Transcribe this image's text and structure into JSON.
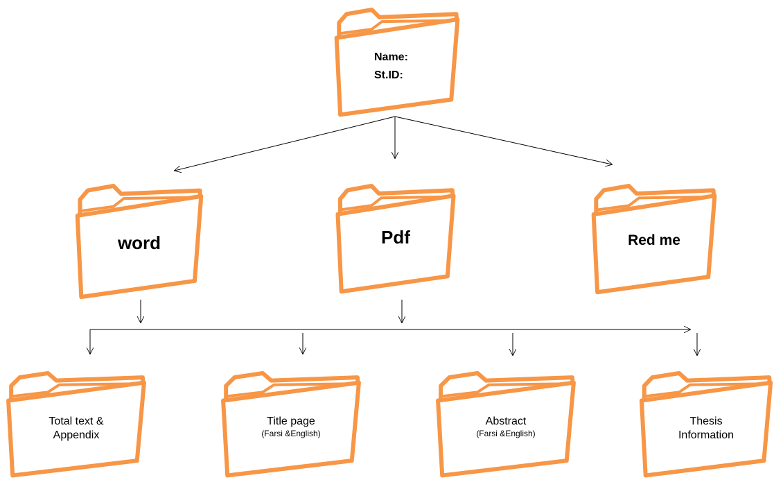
{
  "root": {
    "name_label": "Name:",
    "id_label": "St.ID:"
  },
  "formats": [
    {
      "label": "word"
    },
    {
      "label": "Pdf"
    },
    {
      "label": "Red me"
    }
  ],
  "contents": [
    {
      "line1": "Total text &",
      "line2": "Appendix",
      "sub": ""
    },
    {
      "line1": "Title page",
      "line2": "",
      "sub": "(Farsi &English)"
    },
    {
      "line1": "Abstract",
      "line2": "",
      "sub": "(Farsi &English)"
    },
    {
      "line1": "Thesis",
      "line2": "Information",
      "sub": ""
    }
  ],
  "colors": {
    "folder_stroke": "#F79646",
    "folder_fill": "#ffffff",
    "line": "#000000"
  }
}
